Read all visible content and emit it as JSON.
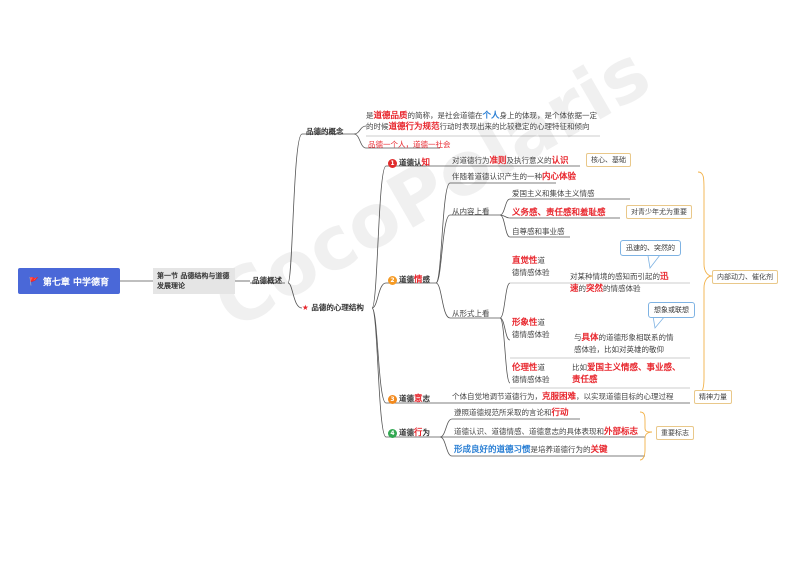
{
  "root": {
    "label": "第七章 中学德育"
  },
  "section": {
    "label": "第一节 品德结构与道德发展理论"
  },
  "overview": {
    "label": "品德概述"
  },
  "concept": {
    "label": "品德的概念",
    "def_line1_a": "是",
    "def_line1_b": "道德品质",
    "def_line1_c": "的简称，是社会道德在",
    "def_line1_d": "个人",
    "def_line1_e": "身上的体现，是个体依据一定",
    "def_line2_a": "的时候",
    "def_line2_b": "道德行为规范",
    "def_line2_c": "行动时表现出来的比较稳定的心理特征和倾向",
    "personal_social": "品德一个人，道德一社会"
  },
  "structure": {
    "label": "品德的心理结构",
    "star": "★"
  },
  "cognition": {
    "num": "1",
    "label_a": "道德认",
    "label_b": "知",
    "desc_a": "对道德行为",
    "desc_b": "准则",
    "desc_c": "及执行意义的",
    "desc_d": "认识",
    "note": "核心、基础"
  },
  "emotion": {
    "num": "2",
    "label_a": "道德",
    "label_b": "情",
    "label_c": "感",
    "intro_a": "伴随着道德认识产生的一种",
    "intro_b": "内心体验",
    "content_label": "从内容上看",
    "content_1": "爱国主义和集体主义情感",
    "content_2": "义务感、责任感和羞耻感",
    "content_note": "对青少年尤为重要",
    "content_3": "自尊感和事业感",
    "form_label": "从形式上看",
    "f1_title": "直觉性",
    "f1_suffix": "道",
    "f1_line2": "德情感体验",
    "f1_desc_a": "对某种情境的感知而引起的",
    "f1_desc_b": "迅",
    "f1_desc_c": "速",
    "f1_desc_d": "的",
    "f1_desc_e": "突然",
    "f1_desc_f": "的情感体验",
    "f1_bubble": "迅速的、突然的",
    "f2_title": "形象性",
    "f2_suffix": "道",
    "f2_line2": "德情感体验",
    "f2_desc_a": "与",
    "f2_desc_b": "具体",
    "f2_desc_c": "的道德形象相联系的情",
    "f2_desc_d": "感体验，比如对英雄的敬仰",
    "f2_bubble": "想象或联想",
    "f3_title": "伦理性",
    "f3_suffix": "道",
    "f3_line2": "德情感体验",
    "f3_desc_a": "比如",
    "f3_desc_b": "爱国主义情感、事业感、",
    "f3_desc_c": "责任感",
    "side_note": "内部动力、催化剂"
  },
  "will": {
    "num": "3",
    "label_a": "道德",
    "label_b": "意",
    "label_c": "志",
    "desc_a": "个体自觉地调节道德行为，",
    "desc_b": "克服困难",
    "desc_c": "，以实现道德目标的心理过程",
    "note": "精神力量"
  },
  "behavior": {
    "num": "4",
    "label_a": "道德",
    "label_b": "行",
    "label_c": "为",
    "d1_a": "遵照道德规范所采取的言论和",
    "d1_b": "行动",
    "d2_a": "道德认识、道德情感、道德意志的具体表现和",
    "d2_b": "外部标志",
    "d3_a": "形成良好的道德习惯",
    "d3_b": "是培养道德行为的",
    "d3_c": "关键",
    "note": "重要标志"
  },
  "watermark": "CocoPolaris"
}
